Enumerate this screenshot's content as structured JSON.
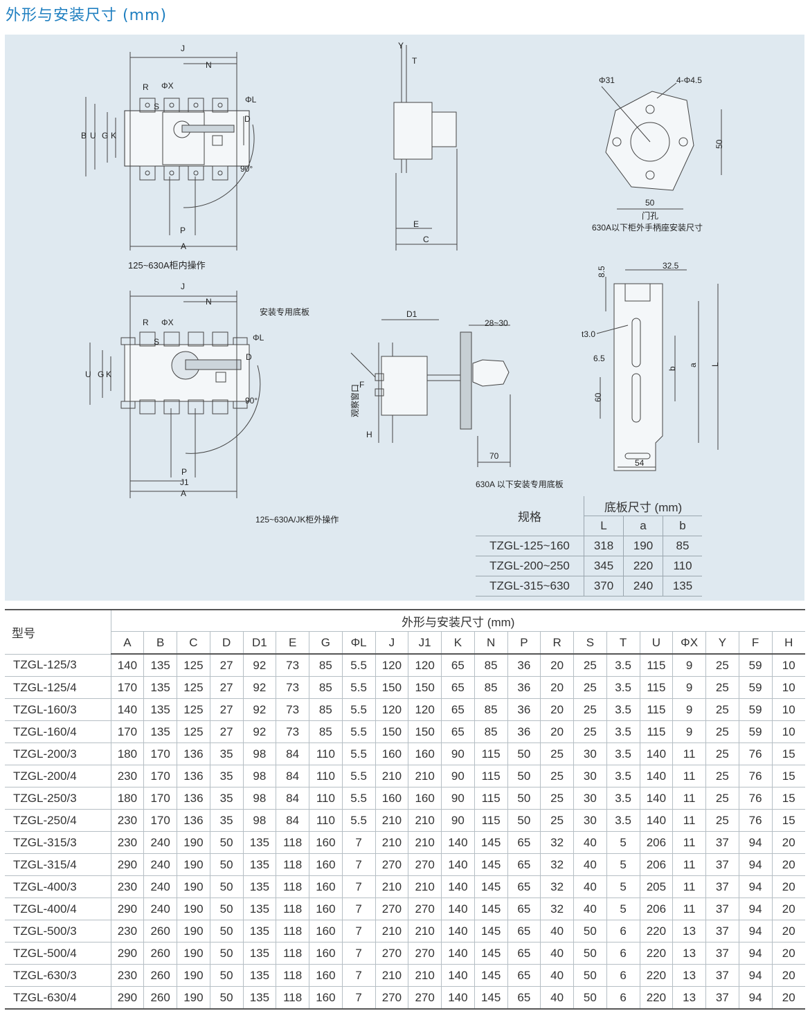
{
  "page_title": "外形与安装尺寸 (mm)",
  "diagram_labels": {
    "top_left": [
      "J",
      "N",
      "R",
      "ΦX",
      "S",
      "ΦL",
      "D",
      "B",
      "U",
      "G",
      "K",
      "90°",
      "P",
      "A"
    ],
    "top_left_caption": "125~630A柜内操作",
    "side_view": [
      "Y",
      "T",
      "E",
      "C"
    ],
    "hole_labels": [
      "Φ31",
      "4-Φ4.5",
      "50",
      "50"
    ],
    "hole_caption_1": "门孔",
    "hole_caption_2": "630A以下柜外手柄座安装尺寸",
    "bottom_left": [
      "J",
      "N",
      "安装专用底板",
      "R",
      "ΦX",
      "S",
      "ΦL",
      "D",
      "U",
      "G",
      "K",
      "90°",
      "P",
      "J1",
      "A"
    ],
    "bottom_left_caption": "125~630A/JK柜外操作",
    "middle_view": [
      "D1",
      "28~30",
      "F",
      "观察窗口",
      "H",
      "70"
    ],
    "plate_labels": [
      "32.5",
      "8.5",
      "t3.0",
      "6.5",
      "b",
      "a",
      "L",
      "60",
      "54"
    ],
    "plate_caption": "630A 以下安装专用底板"
  },
  "base_table": {
    "spec_header": "规格",
    "group_header": "底板尺寸 (mm)",
    "cols": [
      "L",
      "a",
      "b"
    ],
    "rows": [
      [
        "TZGL-125~160",
        "318",
        "190",
        "85"
      ],
      [
        "TZGL-200~250",
        "345",
        "220",
        "110"
      ],
      [
        "TZGL-315~630",
        "370",
        "240",
        "135"
      ]
    ]
  },
  "main_table": {
    "model_header": "型号",
    "group_header": "外形与安装尺寸 (mm)",
    "columns": [
      "A",
      "B",
      "C",
      "D",
      "D1",
      "E",
      "G",
      "ΦL",
      "J",
      "J1",
      "K",
      "N",
      "P",
      "R",
      "S",
      "T",
      "U",
      "ΦX",
      "Y",
      "F",
      "H"
    ],
    "rows": [
      [
        "TZGL-125/3",
        "140",
        "135",
        "125",
        "27",
        "92",
        "73",
        "85",
        "5.5",
        "120",
        "120",
        "65",
        "85",
        "36",
        "20",
        "25",
        "3.5",
        "115",
        "9",
        "25",
        "59",
        "10"
      ],
      [
        "TZGL-125/4",
        "170",
        "135",
        "125",
        "27",
        "92",
        "73",
        "85",
        "5.5",
        "150",
        "150",
        "65",
        "85",
        "36",
        "20",
        "25",
        "3.5",
        "115",
        "9",
        "25",
        "59",
        "10"
      ],
      [
        "TZGL-160/3",
        "140",
        "135",
        "125",
        "27",
        "92",
        "73",
        "85",
        "5.5",
        "120",
        "120",
        "65",
        "85",
        "36",
        "20",
        "25",
        "3.5",
        "115",
        "9",
        "25",
        "59",
        "10"
      ],
      [
        "TZGL-160/4",
        "170",
        "135",
        "125",
        "27",
        "92",
        "73",
        "85",
        "5.5",
        "150",
        "150",
        "65",
        "85",
        "36",
        "20",
        "25",
        "3.5",
        "115",
        "9",
        "25",
        "59",
        "10"
      ],
      [
        "TZGL-200/3",
        "180",
        "170",
        "136",
        "35",
        "98",
        "84",
        "110",
        "5.5",
        "160",
        "160",
        "90",
        "115",
        "50",
        "25",
        "30",
        "3.5",
        "140",
        "11",
        "25",
        "76",
        "15"
      ],
      [
        "TZGL-200/4",
        "230",
        "170",
        "136",
        "35",
        "98",
        "84",
        "110",
        "5.5",
        "210",
        "210",
        "90",
        "115",
        "50",
        "25",
        "30",
        "3.5",
        "140",
        "11",
        "25",
        "76",
        "15"
      ],
      [
        "TZGL-250/3",
        "180",
        "170",
        "136",
        "35",
        "98",
        "84",
        "110",
        "5.5",
        "160",
        "160",
        "90",
        "115",
        "50",
        "25",
        "30",
        "3.5",
        "140",
        "11",
        "25",
        "76",
        "15"
      ],
      [
        "TZGL-250/4",
        "230",
        "170",
        "136",
        "35",
        "98",
        "84",
        "110",
        "5.5",
        "210",
        "210",
        "90",
        "115",
        "50",
        "25",
        "30",
        "3.5",
        "140",
        "11",
        "25",
        "76",
        "15"
      ],
      [
        "TZGL-315/3",
        "230",
        "240",
        "190",
        "50",
        "135",
        "118",
        "160",
        "7",
        "210",
        "210",
        "140",
        "145",
        "65",
        "32",
        "40",
        "5",
        "206",
        "11",
        "37",
        "94",
        "20"
      ],
      [
        "TZGL-315/4",
        "290",
        "240",
        "190",
        "50",
        "135",
        "118",
        "160",
        "7",
        "270",
        "270",
        "140",
        "145",
        "65",
        "32",
        "40",
        "5",
        "206",
        "11",
        "37",
        "94",
        "20"
      ],
      [
        "TZGL-400/3",
        "230",
        "240",
        "190",
        "50",
        "135",
        "118",
        "160",
        "7",
        "210",
        "210",
        "140",
        "145",
        "65",
        "32",
        "40",
        "5",
        "205",
        "11",
        "37",
        "94",
        "20"
      ],
      [
        "TZGL-400/4",
        "290",
        "240",
        "190",
        "50",
        "135",
        "118",
        "160",
        "7",
        "270",
        "270",
        "140",
        "145",
        "65",
        "32",
        "40",
        "5",
        "206",
        "11",
        "37",
        "94",
        "20"
      ],
      [
        "TZGL-500/3",
        "230",
        "260",
        "190",
        "50",
        "135",
        "118",
        "160",
        "7",
        "210",
        "210",
        "140",
        "145",
        "65",
        "40",
        "50",
        "6",
        "220",
        "13",
        "37",
        "94",
        "20"
      ],
      [
        "TZGL-500/4",
        "290",
        "260",
        "190",
        "50",
        "135",
        "118",
        "160",
        "7",
        "270",
        "270",
        "140",
        "145",
        "65",
        "40",
        "50",
        "6",
        "220",
        "13",
        "37",
        "94",
        "20"
      ],
      [
        "TZGL-630/3",
        "230",
        "260",
        "190",
        "50",
        "135",
        "118",
        "160",
        "7",
        "210",
        "210",
        "140",
        "145",
        "65",
        "40",
        "50",
        "6",
        "220",
        "13",
        "37",
        "94",
        "20"
      ],
      [
        "TZGL-630/4",
        "290",
        "260",
        "190",
        "50",
        "135",
        "118",
        "160",
        "7",
        "270",
        "270",
        "140",
        "145",
        "65",
        "40",
        "50",
        "6",
        "220",
        "13",
        "37",
        "94",
        "20"
      ]
    ]
  }
}
